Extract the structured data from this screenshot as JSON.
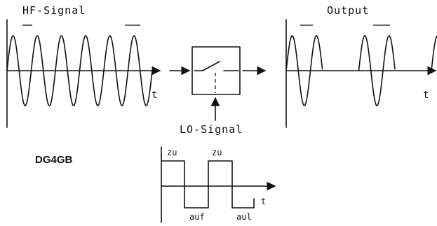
{
  "hf_panel": {
    "title": "HF-Signal",
    "time_label": "t"
  },
  "switch_block": {
    "lo_label": "LO-Signal"
  },
  "output_panel": {
    "title": "Output",
    "time_label": "t"
  },
  "lo_waveform": {
    "label_closed_1": "zu",
    "label_closed_2": "zu",
    "label_open_1": "auf",
    "label_open_2": "aul",
    "time_label": "t"
  },
  "author": "DG4GB"
}
